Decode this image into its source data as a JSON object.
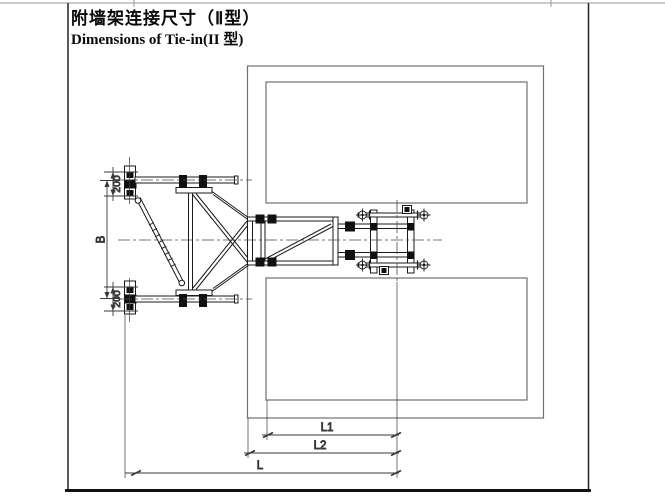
{
  "page": {
    "title_zh": "附墙架连接尺寸（Ⅱ型）",
    "title_en": "Dimensions of Tie-in(II 型)"
  },
  "drawing": {
    "dim_labels": {
      "top_spacing": "200",
      "bottom_spacing": "200",
      "width": "B",
      "l1": "L1",
      "l2": "L2",
      "l": "L"
    },
    "colors": {
      "structure_line": "#1a1a1a",
      "building_line": "#707070",
      "dimension_line": "#3a3a3a",
      "background": "#ffffff"
    }
  }
}
